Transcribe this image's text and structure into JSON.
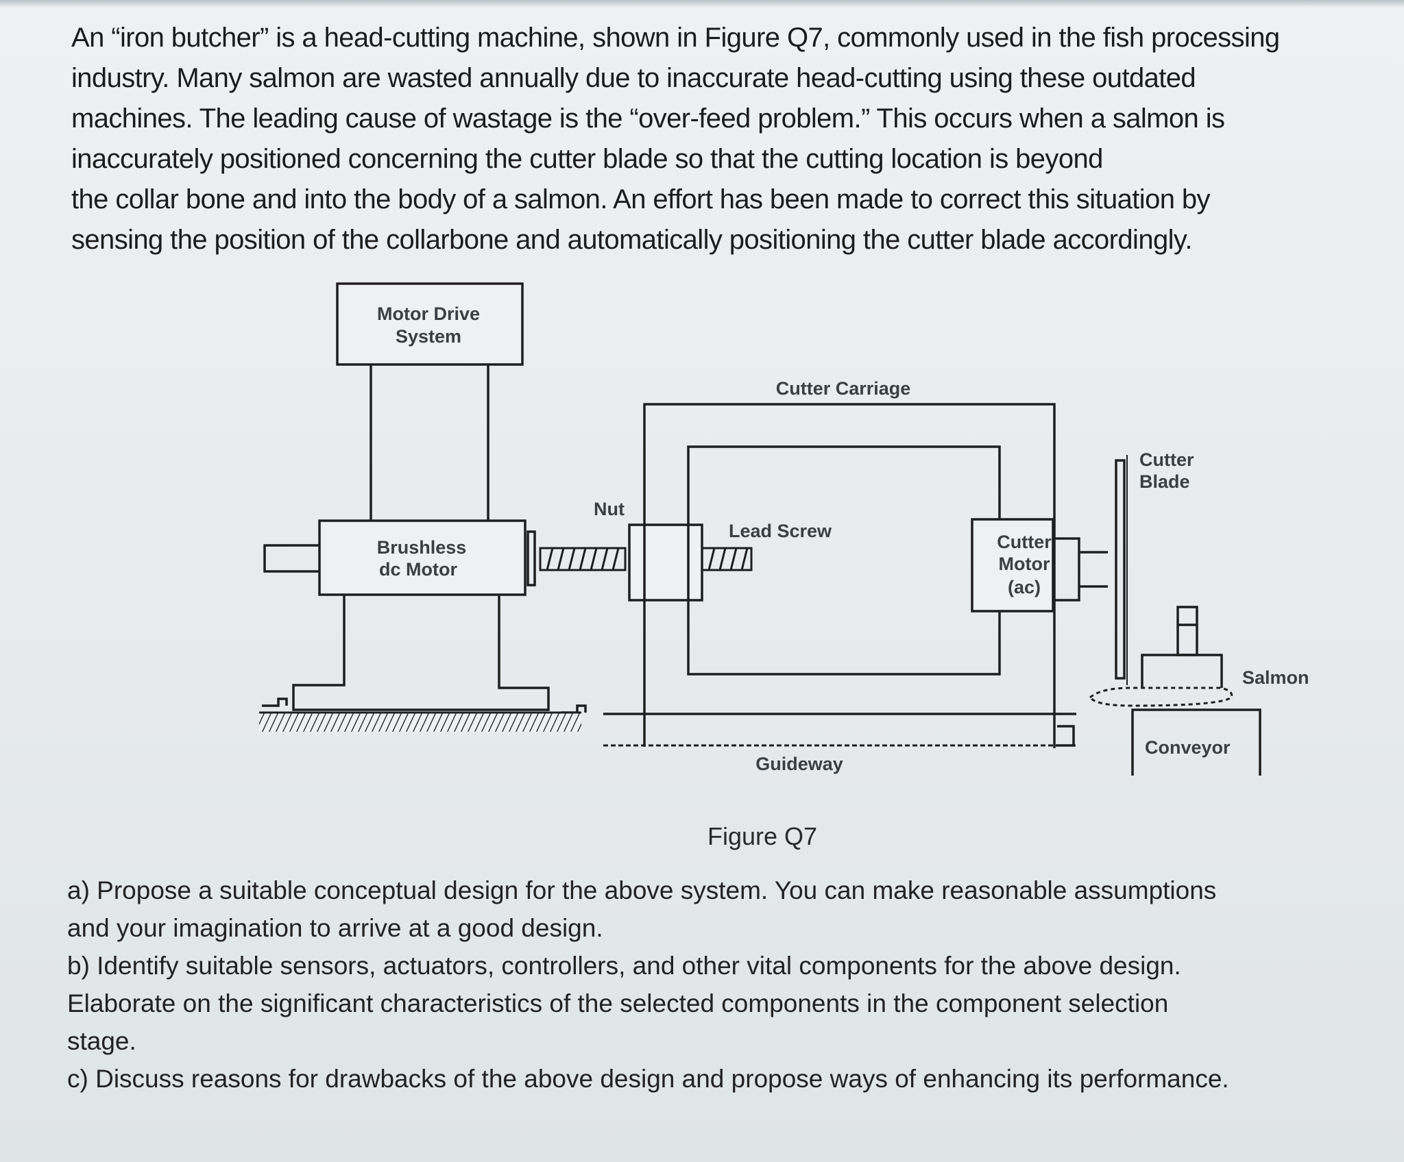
{
  "intro_lines": [
    "An “iron butcher” is a head-cutting machine, shown in Figure Q7, commonly used in the fish processing",
    "industry. Many salmon are wasted annually due to inaccurate head-cutting using these outdated",
    "machines. The leading cause of wastage is the “over-feed problem.” This occurs when a salmon is",
    "inaccurately positioned concerning the cutter blade so that the cutting location is beyond",
    "the collar bone and into the body of a salmon. An effort has been made to correct this situation by",
    "sensing the position of the collarbone and automatically positioning the cutter blade accordingly."
  ],
  "figure": {
    "motor_drive_line1": "Motor Drive",
    "motor_drive_line2": "System",
    "cutter_carriage": "Cutter Carriage",
    "cutter_blade_line1": "Cutter",
    "cutter_blade_line2": "Blade",
    "nut": "Nut",
    "lead_screw": "Lead Screw",
    "brushless_line1": "Brushless",
    "brushless_line2": "dc Motor",
    "cutter_motor_line1": "Cutter",
    "cutter_motor_line2": "Motor",
    "cutter_motor_line3": "(ac)",
    "salmon": "Salmon",
    "conveyor": "Conveyor",
    "guideway": "Guideway"
  },
  "caption": "Figure Q7",
  "questions": [
    "a) Propose a suitable conceptual design for the above system. You can make reasonable assumptions",
    "and your imagination to arrive at a good design.",
    "b) Identify suitable sensors, actuators, controllers, and other vital components for the above design.",
    "Elaborate on the significant characteristics of the selected components in the component selection",
    "stage.",
    "c) Discuss reasons for drawbacks of the above design and propose ways of enhancing its performance."
  ]
}
